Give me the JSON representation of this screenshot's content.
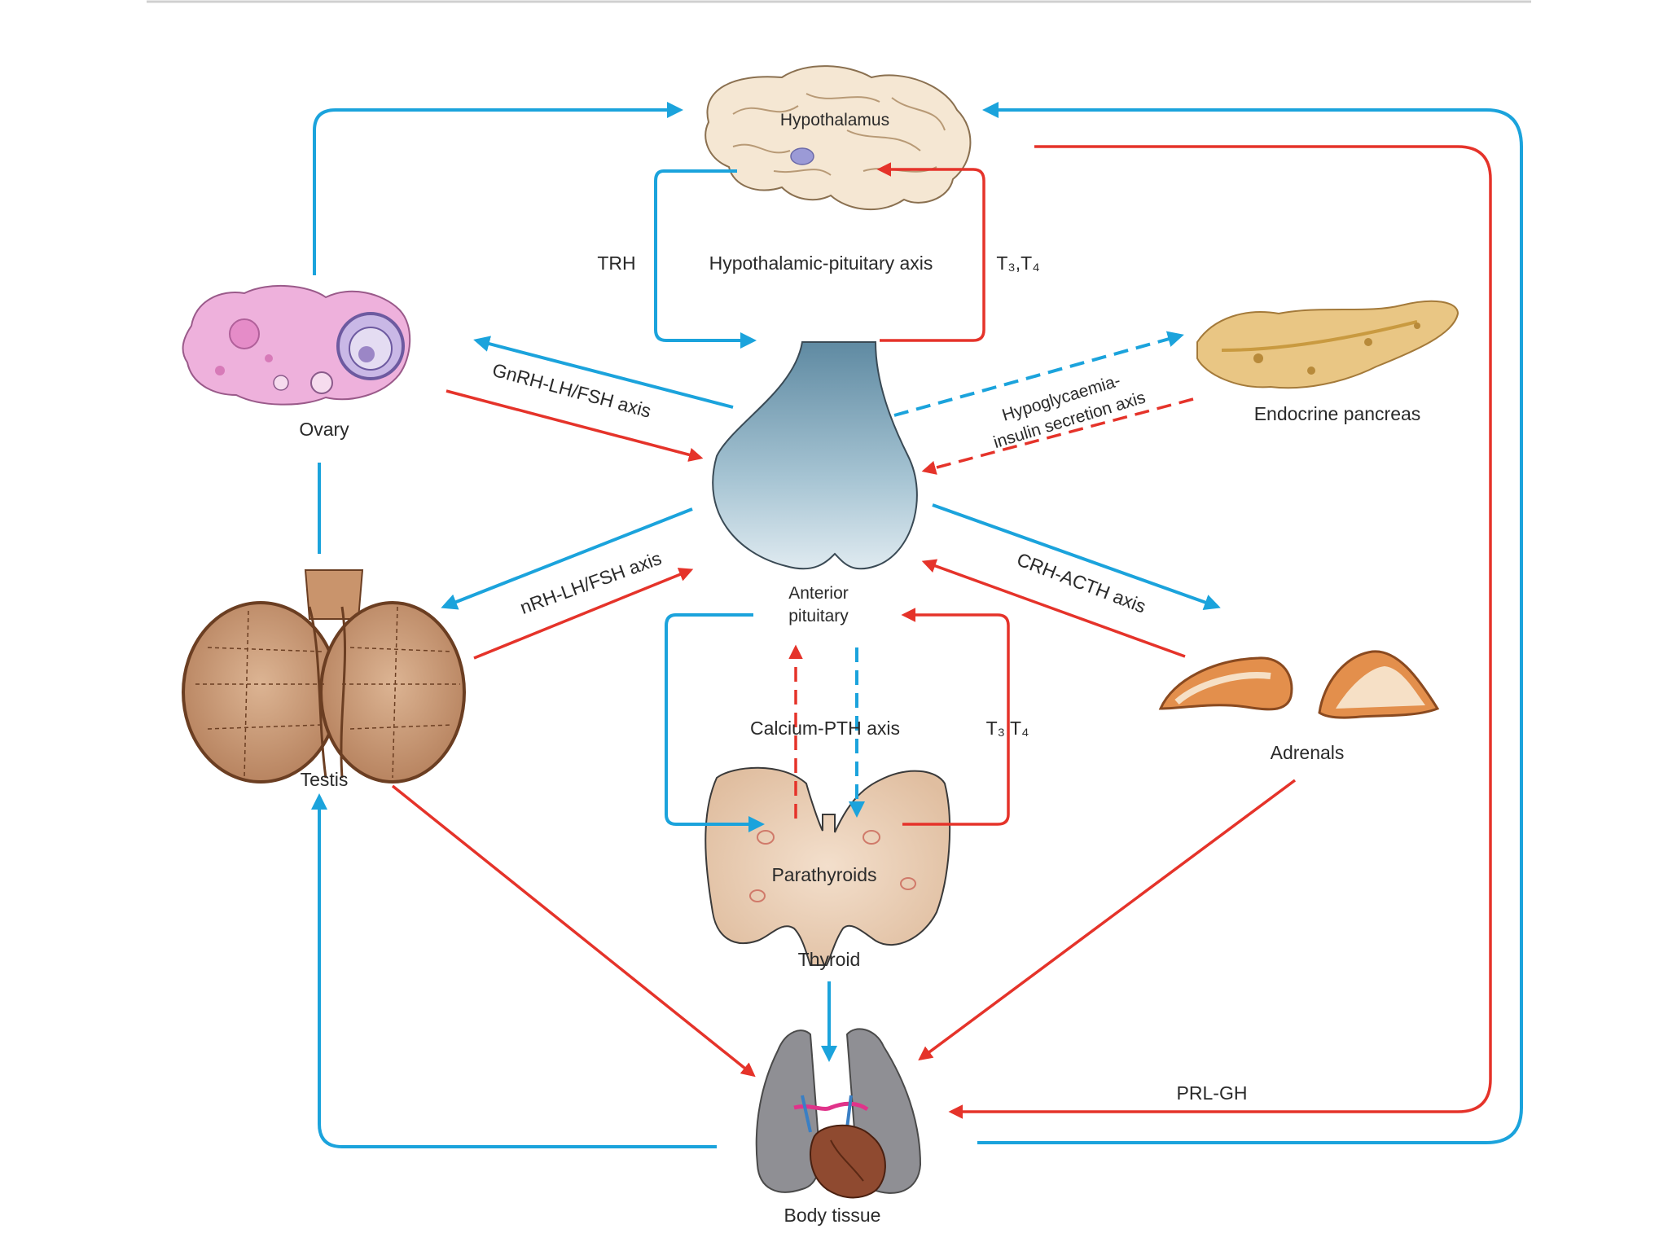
{
  "labels": {
    "hypothalamus": "Hypothalamus",
    "hp_axis": "Hypothalamic-pituitary axis",
    "trh": "TRH",
    "t3t4_top": "T₃,T₄",
    "ovary": "Ovary",
    "gnrh_ovary_axis": "GnRH-LH/FSH axis",
    "testis": "Testis",
    "gnrh_testis_axis": "nRH-LH/FSH axis",
    "endocrine_pancreas": "Endocrine pancreas",
    "hypo_axis_line1": "Hypoglycaemia-",
    "hypo_axis_line2": "insulin secretion axis",
    "anterior_pituitary_line1": "Anterior",
    "anterior_pituitary_line2": "pituitary",
    "crh_axis": "CRH-ACTH axis",
    "adrenals": "Adrenals",
    "calcium_pth_axis": "Calcium-PTH axis",
    "t3t4_bottom": "T₃ T₄",
    "parathyroids": "Parathyroids",
    "thyroid": "Thyroid",
    "body_tissue": "Body tissue",
    "prl_gh": "PRL-GH"
  },
  "colors": {
    "stimulatory": "#1ba3dc",
    "inhibitory": "#e5332a",
    "pituitary": "#8fb3c6",
    "thyroid": "#ecd3bd",
    "testis": "#c89a79",
    "pancreas": "#e8c585",
    "adrenal": "#d9733b",
    "ovary": "#e9a8d7",
    "lungs": "#8f8f94",
    "heart": "#8f4a30"
  }
}
